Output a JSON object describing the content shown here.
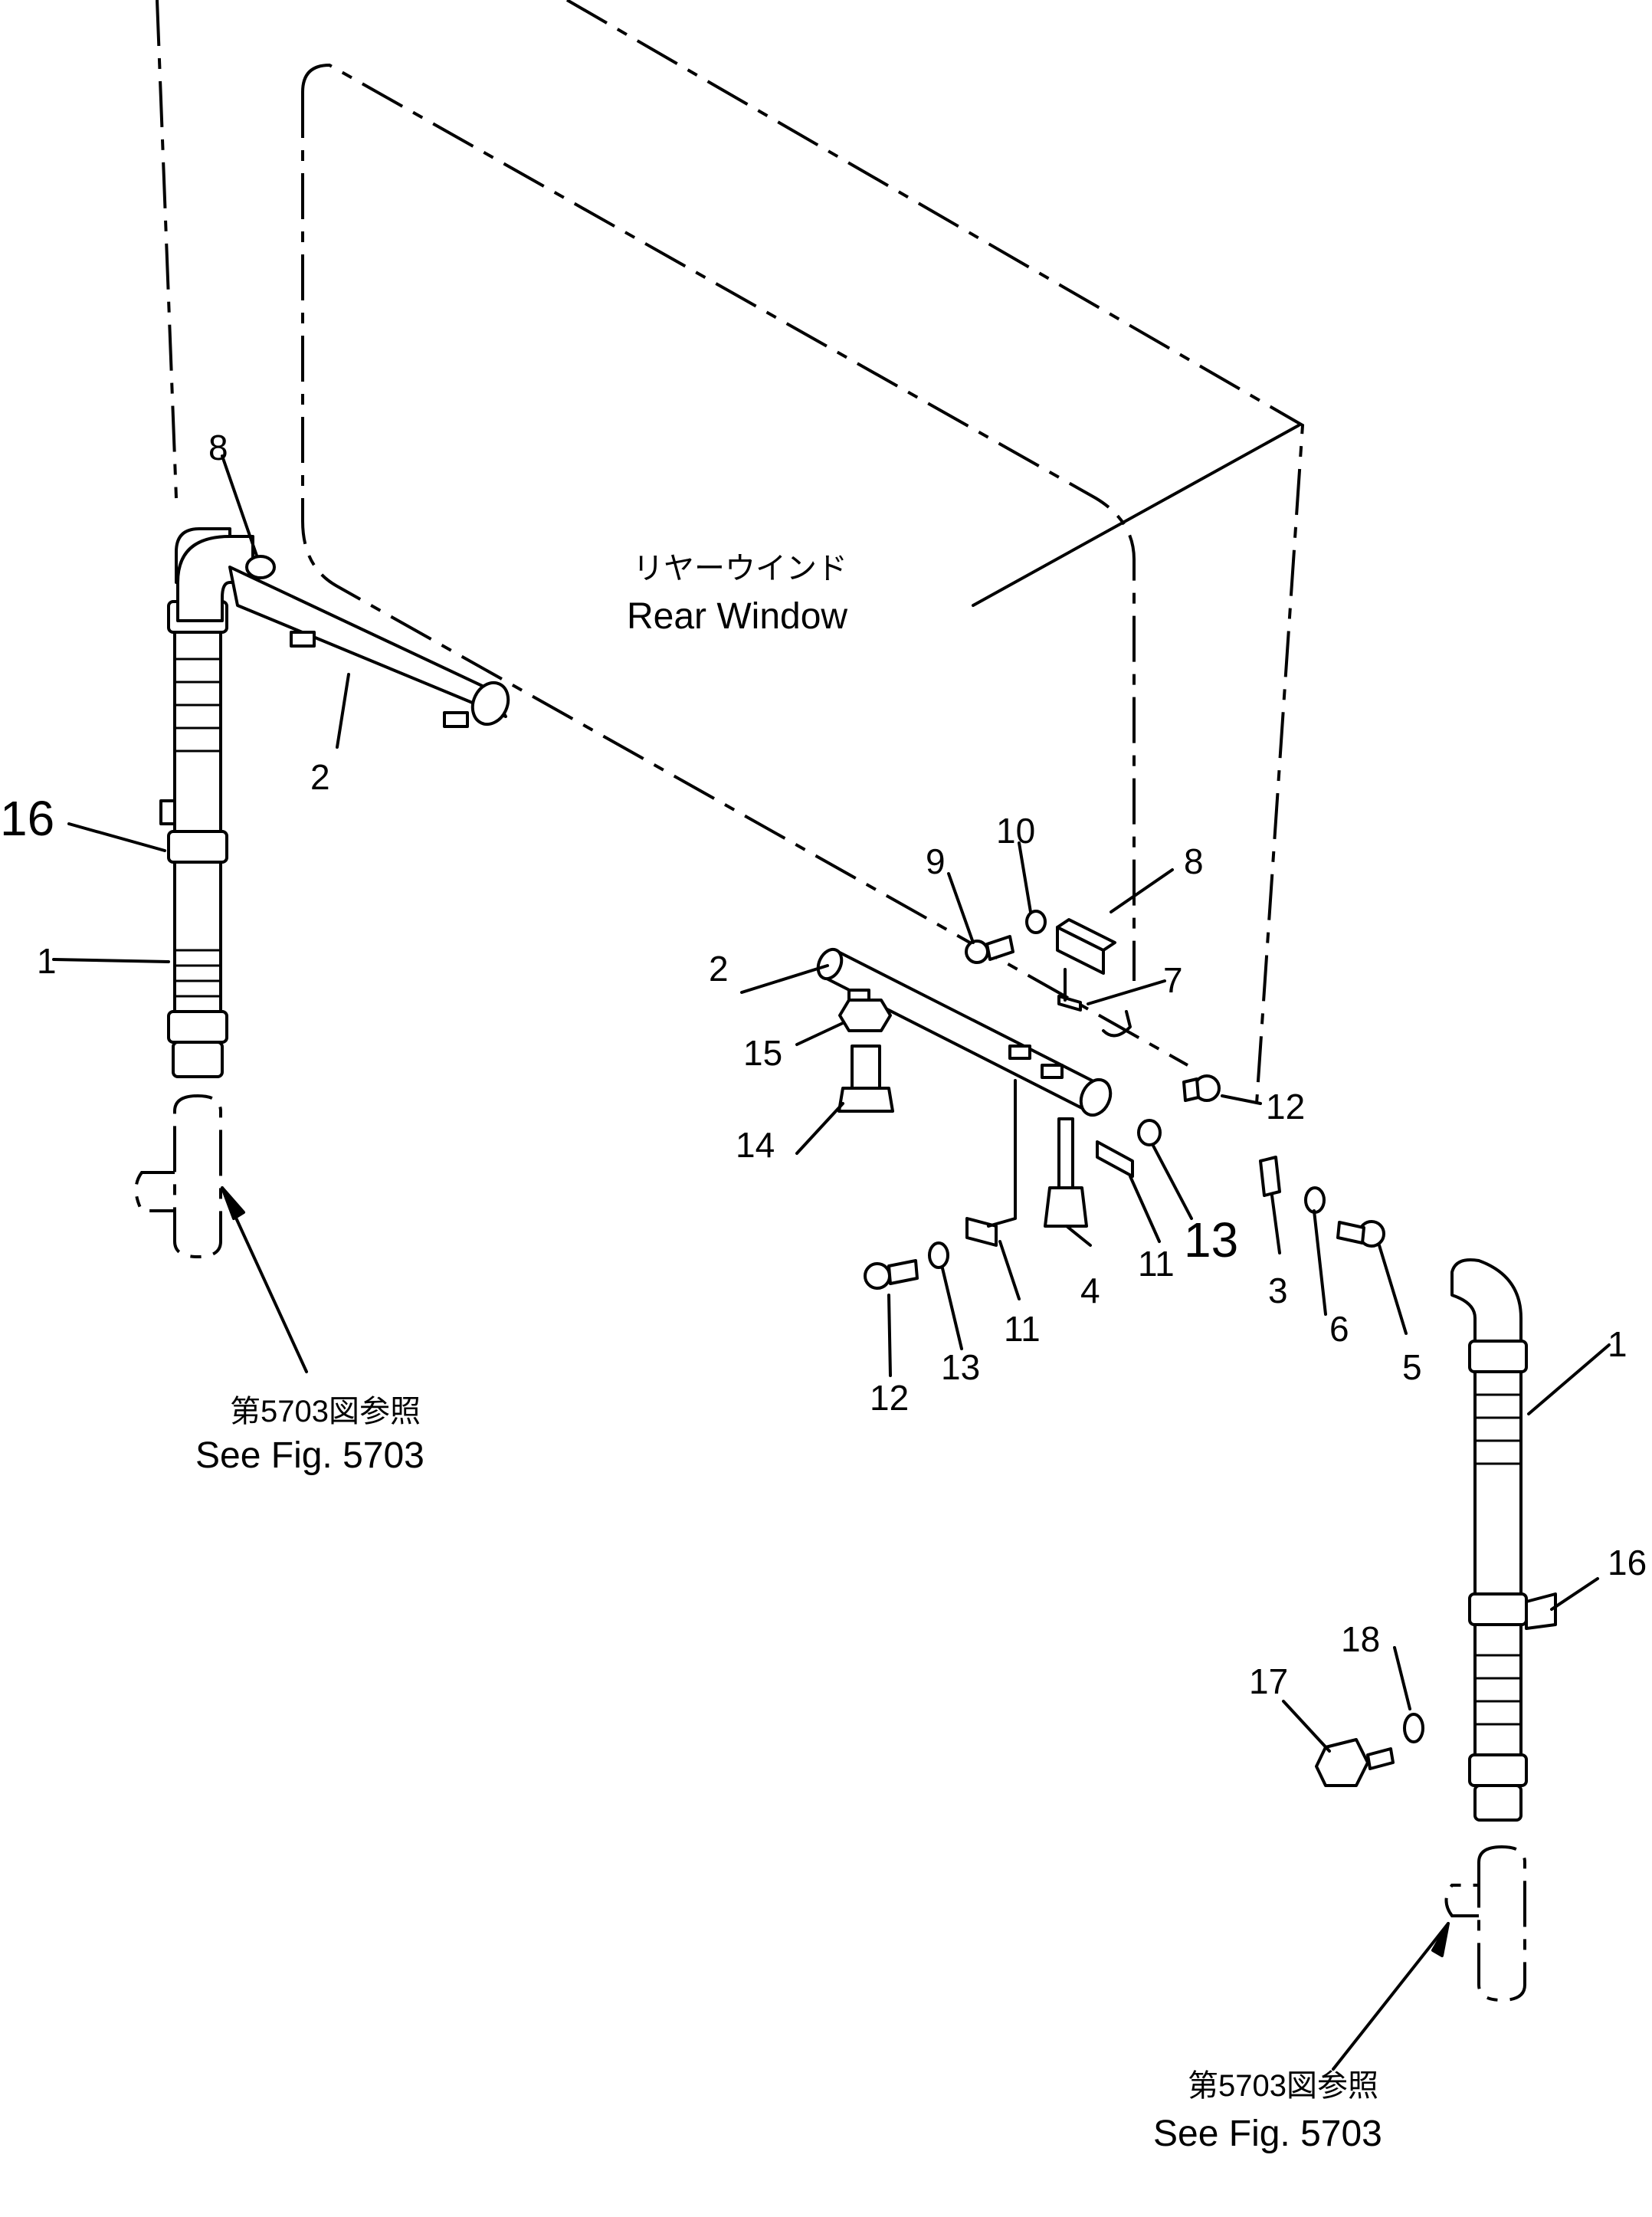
{
  "window_label": {
    "jp": "リヤーウインド",
    "en": "Rear Window"
  },
  "references": [
    {
      "jp": "第5703図参照",
      "en": "See Fig. 5703"
    },
    {
      "jp": "第5703図参照",
      "en": "See Fig. 5703"
    }
  ],
  "callouts": {
    "c1a": "1",
    "c1b": "1",
    "c2a": "2",
    "c2b": "2",
    "c3": "3",
    "c4": "4",
    "c5": "5",
    "c6": "6",
    "c7": "7",
    "c8a": "8",
    "c8b": "8",
    "c9": "9",
    "c10": "10",
    "c11a": "11",
    "c11b": "11",
    "c12a": "12",
    "c12b": "12",
    "c13a": "13",
    "c13b": "13",
    "c14": "14",
    "c15": "15",
    "c16a": "16",
    "c16b": "16",
    "c17": "17",
    "c18": "18"
  }
}
